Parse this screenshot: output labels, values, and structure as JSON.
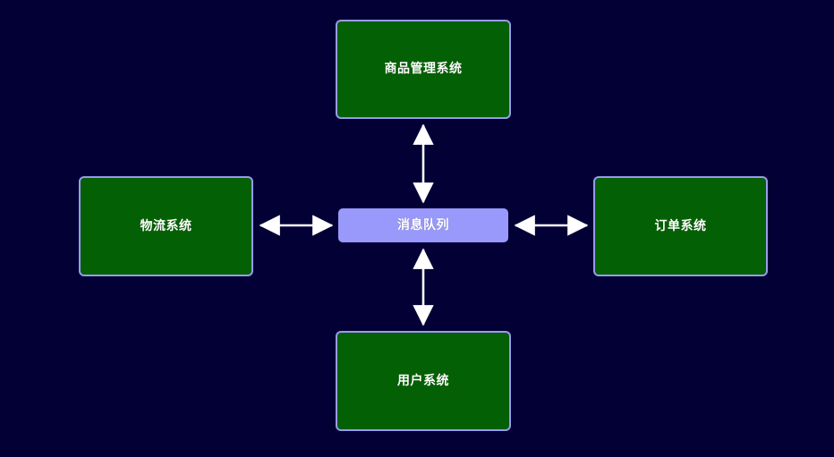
{
  "diagram": {
    "background_color": "#030035",
    "edge_color": "#ffffff",
    "service_fill": "#046004",
    "service_border": "#9a9aee",
    "broker_fill": "#9999fc",
    "broker_text_color": "#ffffff",
    "nodes": [
      {
        "id": "product",
        "label": "商品管理系统",
        "role": "service",
        "position": "top"
      },
      {
        "id": "logistics",
        "label": "物流系统",
        "role": "service",
        "position": "left"
      },
      {
        "id": "broker",
        "label": "消息队列",
        "role": "broker",
        "position": "center"
      },
      {
        "id": "order",
        "label": "订单系统",
        "role": "service",
        "position": "right"
      },
      {
        "id": "user",
        "label": "用户系统",
        "role": "service",
        "position": "bottom"
      }
    ],
    "edges": [
      {
        "id": "edge-product-broker",
        "from": "product",
        "to": "broker",
        "direction": "bidirectional"
      },
      {
        "id": "edge-logistics-broker",
        "from": "logistics",
        "to": "broker",
        "direction": "bidirectional"
      },
      {
        "id": "edge-broker-order",
        "from": "broker",
        "to": "order",
        "direction": "bidirectional"
      },
      {
        "id": "edge-broker-user",
        "from": "broker",
        "to": "user",
        "direction": "bidirectional"
      }
    ]
  }
}
